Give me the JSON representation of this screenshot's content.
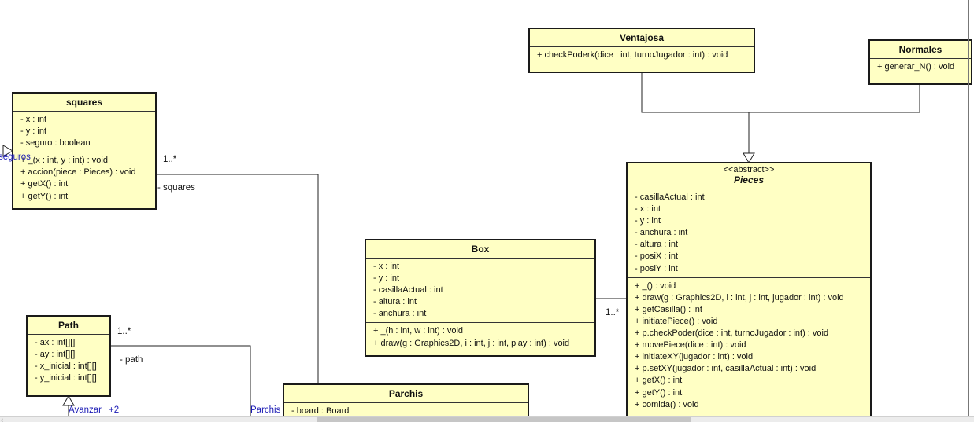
{
  "classes": {
    "ventajosa": {
      "name": "Ventajosa",
      "methods": [
        "+ checkPoderk(dice : int, turnoJugador : int) : void"
      ]
    },
    "normales": {
      "name": "Normales",
      "methods": [
        "+ generar_N() : void"
      ]
    },
    "squares": {
      "name": "squares",
      "attributes": [
        "- x : int",
        "- y : int",
        "- seguro : boolean"
      ],
      "methods": [
        "+ _(x : int, y : int) : void",
        "+ accion(piece : Pieces) : void",
        "+ getX() : int",
        "+ getY() : int"
      ]
    },
    "pieces": {
      "stereotype": "<<abstract>>",
      "name": "Pieces",
      "attributes": [
        "- casillaActual : int",
        "- x : int",
        "- y : int",
        "- anchura : int",
        "- altura : int",
        "- posiX : int",
        "- posiY : int"
      ],
      "methods": [
        "+ _() : void",
        "+ draw(g : Graphics2D, i : int, j : int, jugador : int) : void",
        "+ getCasilla() : int",
        "+ initiatePiece() : void",
        "+ p.checkPoder(dice : int, turnoJugador : int) : void",
        "+ movePiece(dice : int) : void",
        "+ initiateXY(jugador : int) : void",
        "+ p.setXY(jugador : int, casillaActual : int) : void",
        "+ getX() : int",
        "+ getY() : int",
        "+ comida() : void"
      ]
    },
    "box": {
      "name": "Box",
      "attributes": [
        "- x : int",
        "- y : int",
        "- casillaActual : int",
        "- altura : int",
        "- anchura : int"
      ],
      "methods": [
        "+ _(h : int, w : int) : void",
        "+ draw(g : Graphics2D, i : int, j : int, play : int) : void"
      ]
    },
    "path": {
      "name": "Path",
      "attributes": [
        "- ax : int[][]",
        "- ay : int[][]",
        "- x_inicial : int[][]",
        "- y_inicial : int[][]"
      ]
    },
    "parchis": {
      "name": "Parchis",
      "attributes": [
        "- board : Board"
      ]
    }
  },
  "labels": {
    "seguros": "seguros",
    "squares_mult": "1..*",
    "squares_role": "- squares",
    "path_mult": "1..*",
    "path_role": "- path",
    "box_mult": "1..*",
    "avanzar": "Avanzar",
    "plus2": "+2",
    "parchis_left": "Parchis"
  },
  "colors": {
    "class_fill": "#ffffc4",
    "border": "#1a1a1a",
    "link_label": "#1a1ab4"
  }
}
